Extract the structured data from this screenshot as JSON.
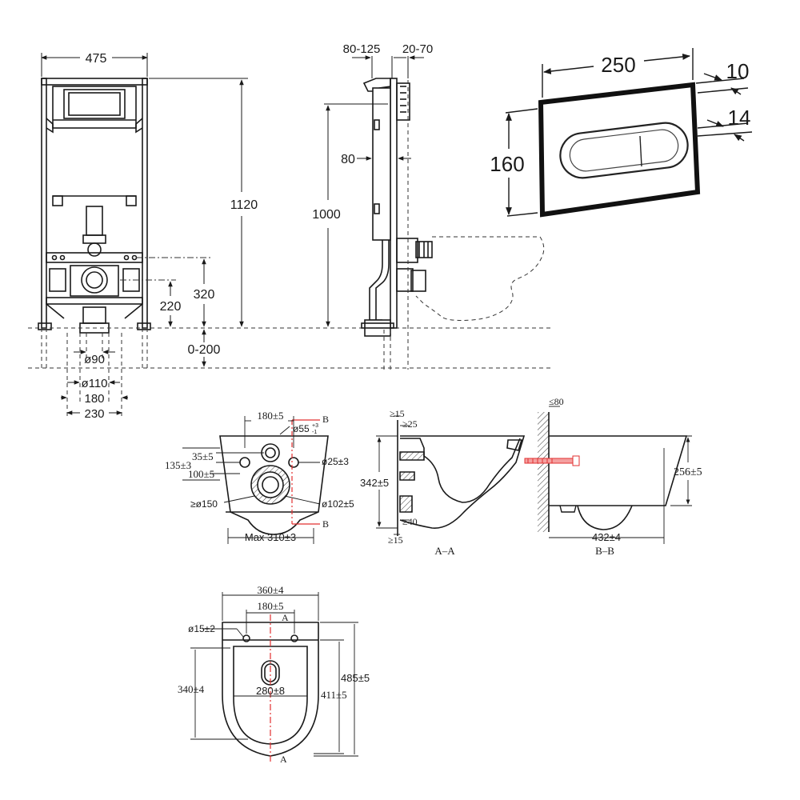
{
  "frame_front": {
    "width": "475",
    "height": "1120",
    "waste_height": "320",
    "supply_height": "220",
    "floor_range": "0-200",
    "pipe_90": "ø90",
    "pipe_110": "ø110",
    "spacing_180": "180",
    "spacing_230": "230"
  },
  "frame_side": {
    "depth_range": "80-125",
    "wall_range": "20-70",
    "offset": "80",
    "height": "1000"
  },
  "flush_plate": {
    "width": "250",
    "height": "160",
    "thickness": "10",
    "projection": "14"
  },
  "bowl_rear": {
    "bolt_spacing": "180±5",
    "section_b": "B",
    "outlet_dia": "ø55",
    "outlet_tol_plus": "+3",
    "outlet_tol_minus": "-1",
    "dim_35": "35±5",
    "dim_135": "135±3",
    "dim_100": "100±5",
    "bolt_hole": "ø25±3",
    "min_dia": "≥ø150",
    "waste_dia": "ø102±5",
    "max_width": "Max 310±3"
  },
  "section_aa": {
    "gap_top": "≥15",
    "gap_25": "≥25",
    "height": "342±5",
    "gap_40": "≥40",
    "gap_bottom": "≥15",
    "label": "A–A"
  },
  "section_bb": {
    "wall_thickness": "≤80",
    "height": "256±5",
    "length": "432±4",
    "label": "B–B"
  },
  "bowl_top": {
    "width": "360±4",
    "bolt_spacing": "180±5",
    "section_a": "A",
    "bolt_hole": "ø15±2",
    "depth_340": "340±4",
    "seat_280": "280±8",
    "depth_411": "411±5",
    "depth_485": "485±5"
  }
}
